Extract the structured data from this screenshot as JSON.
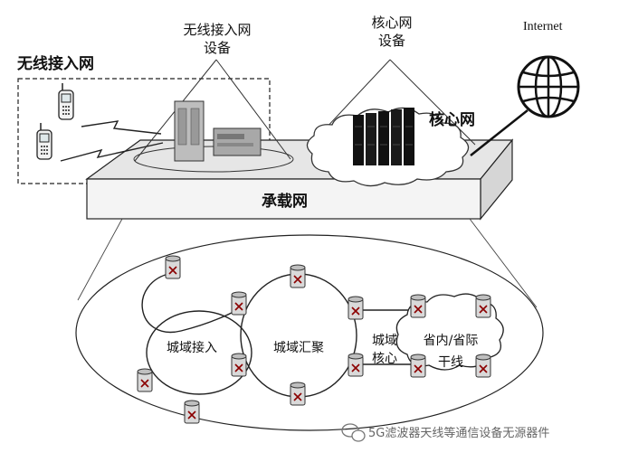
{
  "labels": {
    "wireless_access_net": "无线接入网",
    "wireless_access_device_line1": "无线接入网",
    "wireless_access_device_line2": "设备",
    "core_device_line1": "核心网",
    "core_device_line2": "设备",
    "core_net": "核心网",
    "internet": "Internet",
    "bearer_net": "承载网",
    "metro_access": "城域接入",
    "metro_aggregation": "城域汇聚",
    "metro_core_line1": "城域",
    "metro_core_line2": "核心",
    "trunk_line1": "省内/省际",
    "trunk_line2": "干线"
  },
  "watermark": "5G滤波器天线等通信设备无源器件",
  "icons": {
    "phone": "mobile-phone-icon",
    "base_station": "base-station-icon",
    "server": "server-rack-icon",
    "globe": "globe-icon",
    "router": "router-icon",
    "wechat": "wechat-icon"
  },
  "colors": {
    "line": "#222222",
    "platform_top": "#e6e6e6",
    "platform_side": "#f4f4f4",
    "router_fill": "#d9d9d9"
  }
}
